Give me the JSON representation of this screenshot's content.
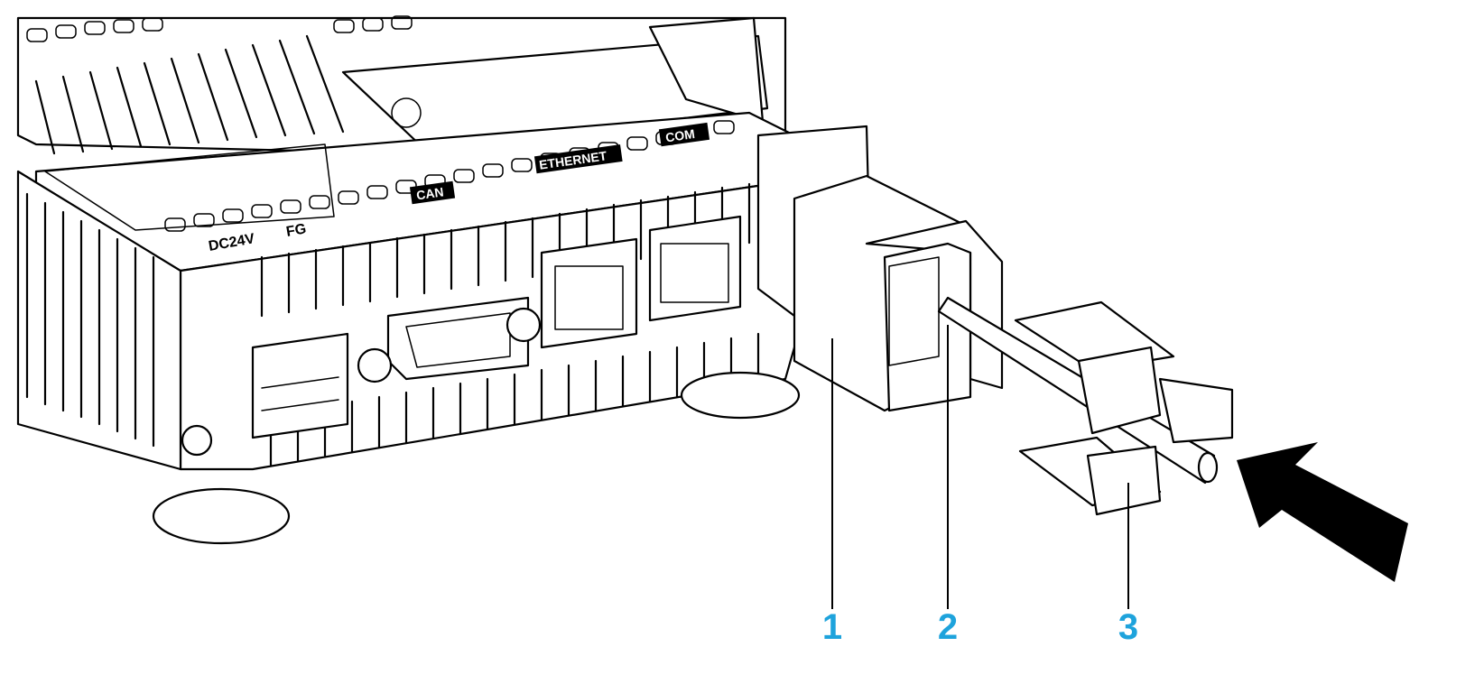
{
  "port_labels": {
    "power": "DC24V",
    "fg": "FG",
    "can": "CAN",
    "ethernet": "ETHERNET",
    "com": "COM"
  },
  "callouts": [
    {
      "number": "1"
    },
    {
      "number": "2"
    },
    {
      "number": "3"
    }
  ],
  "colors": {
    "callout": "#1ea3dc",
    "line": "#000000",
    "background": "#ffffff"
  }
}
